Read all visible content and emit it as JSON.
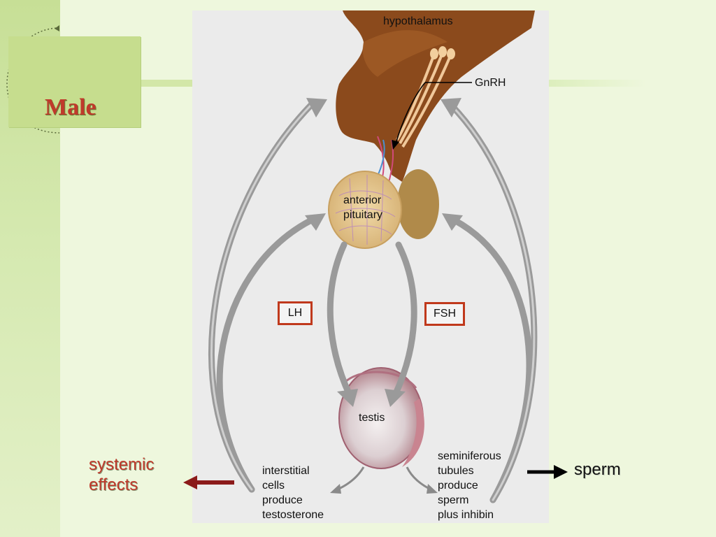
{
  "slide": {
    "title": "Male"
  },
  "diagram": {
    "hypothalamus": "hypothalamus",
    "gnrh": "GnRH",
    "anterior_pituitary_line1": "anterior",
    "anterior_pituitary_line2": "pituitary",
    "lh": "LH",
    "fsh": "FSH",
    "testis": "testis",
    "interstitial": [
      "interstitial",
      "cells",
      "produce",
      "testosterone"
    ],
    "seminiferous": [
      "seminiferous",
      "tubules",
      "produce",
      "sperm",
      "plus inhibin"
    ]
  },
  "annotations": {
    "systemic_line1": "systemic",
    "systemic_line2": "effects",
    "sperm": "sperm"
  },
  "colors": {
    "accent_red": "#c0392b",
    "box_border": "#c0391c",
    "dark_red_arrow": "#8b1a1a",
    "arrow_gray": "#9a9a9a",
    "brain_brown": "#8b4a1c"
  }
}
